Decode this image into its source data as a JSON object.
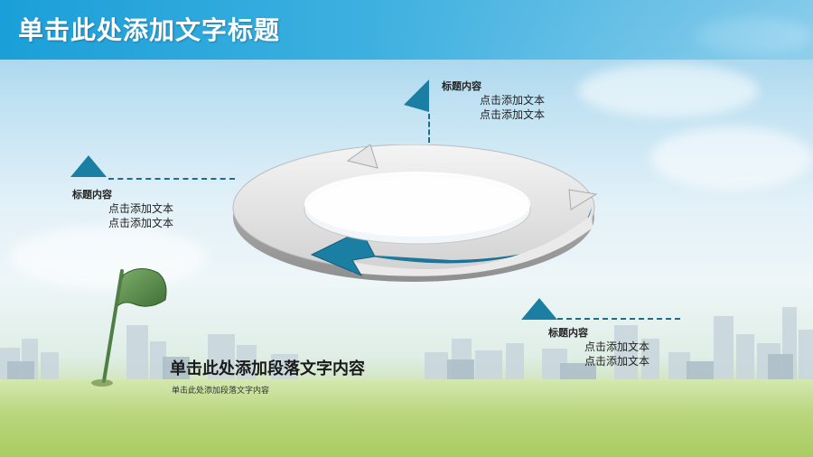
{
  "slide": {
    "title": "单击此处添加文字标题",
    "paragraph_title": "单击此处添加段落文字内容",
    "paragraph_sub": "单击此处添加段落文字内容"
  },
  "labels": [
    {
      "title": "标题内容",
      "line1": "点击添加文本",
      "line2": "点击添加文本"
    },
    {
      "title": "标题内容",
      "line1": "点击添加文本",
      "line2": "点击添加文本"
    },
    {
      "title": "标题内容",
      "line1": "点击添加文本",
      "line2": "点击添加文本"
    }
  ],
  "colors": {
    "title_bar": "#1b9fd8",
    "accent": "#1a7fa3",
    "cycle_gray": "#d9d9d9",
    "cycle_blue": "#1a7fa3",
    "flag_green": "#5c8a4e"
  },
  "icons": [
    "cycle-arrows-icon",
    "golf-flag-icon",
    "triangle-marker-icon"
  ]
}
